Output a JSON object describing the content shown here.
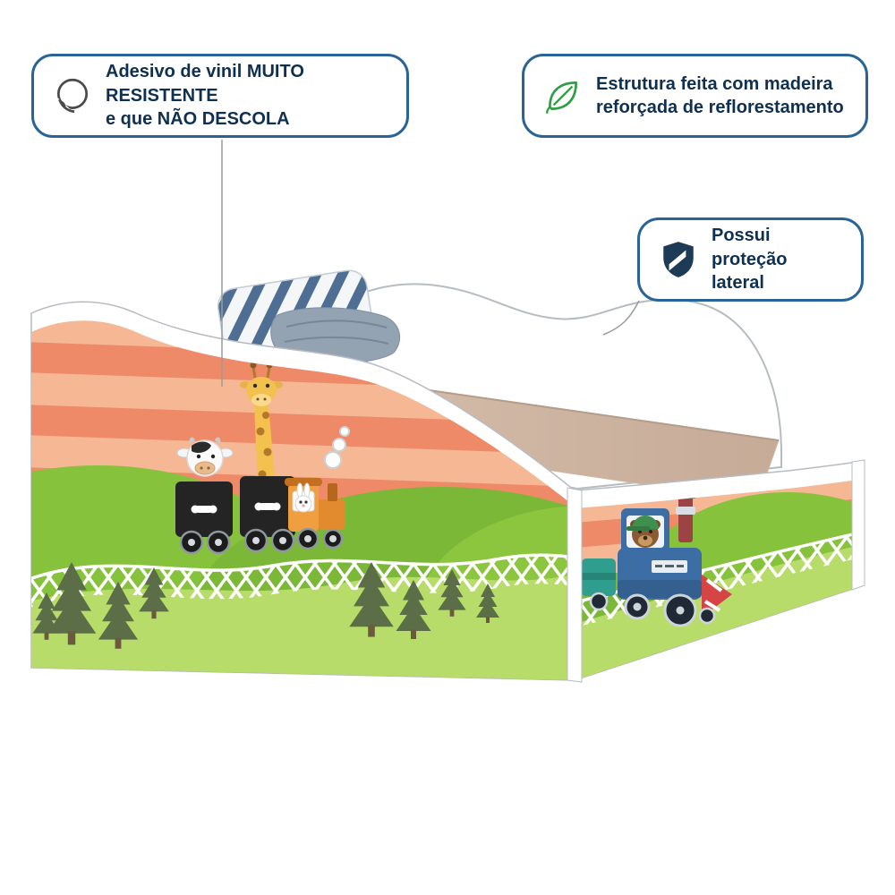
{
  "callouts": {
    "vinyl": {
      "icon": "sticker-icon",
      "line1": "Adesivo de vinil MUITO RESISTENTE",
      "line2": "e que NÃO DESCOLA"
    },
    "wood": {
      "icon": "leaf-icon",
      "line1": "Estrutura feita com madeira",
      "line2": "reforçada de reflorestamento"
    },
    "protection": {
      "icon": "shield-icon",
      "line1": "Possui",
      "line2": "proteção lateral"
    }
  },
  "colors": {
    "callout_border": "#2a6496",
    "callout_text": "#0f3050",
    "leaf_green": "#2f9e44",
    "shield_navy": "#1d3a56",
    "artwork_peach": "#f6b794",
    "artwork_salmon": "#ee8a68",
    "hill_green": "#86c23c",
    "hill_green_dark": "#7cb838",
    "ground_green": "#b8dc6a",
    "tree_green": "#5c6e47",
    "mattress_tan": "#cfb7a4",
    "pillow_stripe_blue": "#4e6f93",
    "blanket_gray_blue": "#93a3b2",
    "train_black": "#242424",
    "giraffe_yellow": "#f2c14e",
    "engine_orange": "#ef9f3f",
    "tractor_blue": "#3c6ea5",
    "bear_brown": "#8a5a33",
    "cap_green": "#3f8f4f",
    "cart_teal": "#2f9e8e",
    "bed_frame_white": "#ffffff"
  }
}
